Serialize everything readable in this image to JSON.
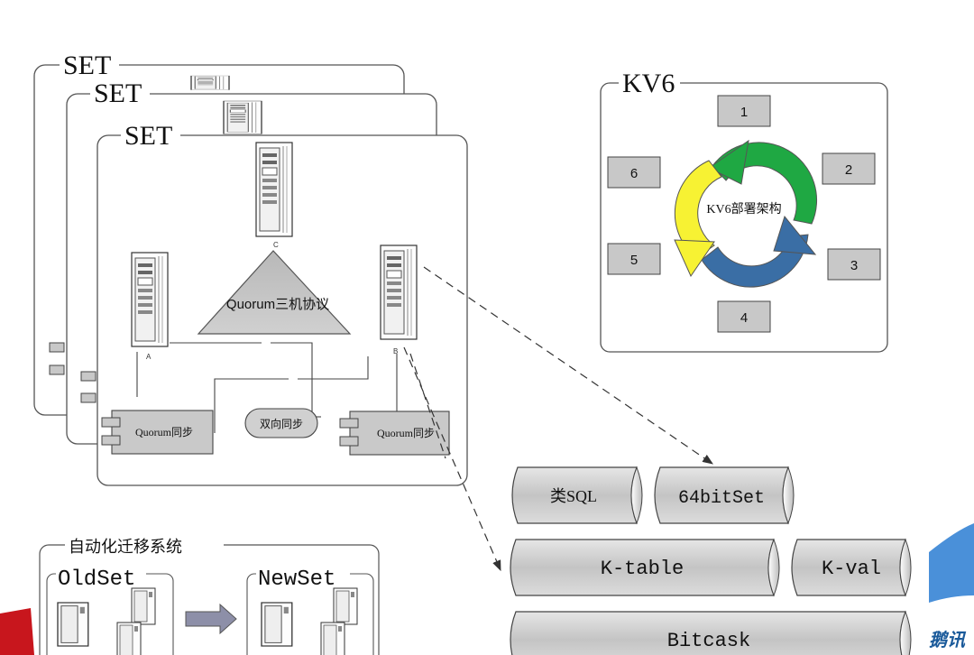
{
  "set_panels": {
    "back_label": "SET",
    "middle_label": "SET",
    "front_label": "SET"
  },
  "quorum_protocol_label": "Quorum三机协议",
  "quorum_sync_left": "Quorum同步",
  "quorum_sync_right": "Quorum同步",
  "bidirectional_sync": "双向同步",
  "server_labels": {
    "top": "C",
    "left": "A",
    "right": "B"
  },
  "kv6": {
    "title": "KV6",
    "center_label": "KV6部署架构",
    "nodes": [
      "1",
      "2",
      "3",
      "4",
      "5",
      "6"
    ],
    "colors": {
      "green": "#1fa843",
      "blue": "#3a6ea5",
      "yellow": "#f7f233"
    }
  },
  "storage": {
    "row1": [
      "类SQL",
      "64bitSet"
    ],
    "row2": [
      "K-table",
      "K-val"
    ],
    "row3": [
      "Bitcask"
    ]
  },
  "migration": {
    "title": "自动化迁移系统",
    "old_set": "OldSet",
    "new_set": "NewSet"
  },
  "logo_fragment": "鹅讯"
}
